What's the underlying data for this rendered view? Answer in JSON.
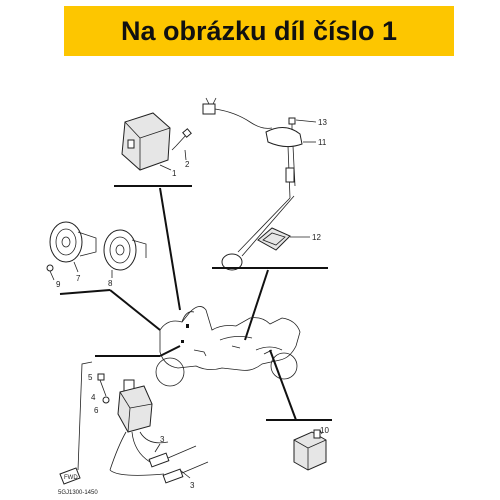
{
  "banner": {
    "text": "Na obrázku díl číslo 1",
    "color": "#fdc600"
  },
  "diagram": {
    "callouts": [
      "1",
      "2",
      "3",
      "3",
      "4",
      "5",
      "6",
      "7",
      "8",
      "9",
      "10",
      "11",
      "12",
      "13"
    ],
    "part_code": "5GJ1300-1450",
    "front_marker": "FWD"
  }
}
